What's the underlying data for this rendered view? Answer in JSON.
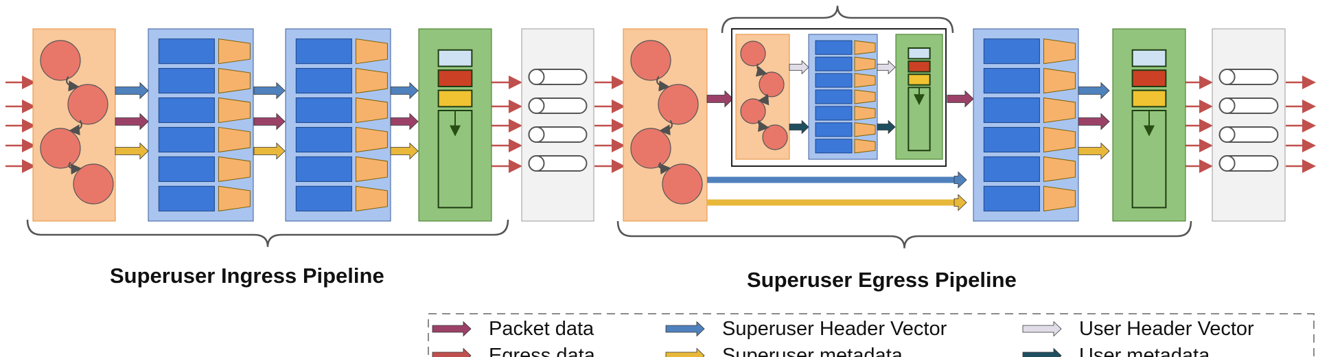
{
  "pipelines": {
    "ingress_title": "Superuser Ingress Pipeline",
    "egress_title": "Superuser Egress Pipeline"
  },
  "legend": {
    "items": [
      {
        "label": "Packet data",
        "color": "#9b4168",
        "icon": "arrow-icon"
      },
      {
        "label": "Superuser Header Vector",
        "color": "#4f81bd",
        "icon": "arrow-icon"
      },
      {
        "label": "User Header Vector",
        "color": "#e0dde8",
        "icon": "arrow-icon"
      },
      {
        "label": "Egress data",
        "color": "#c0504d",
        "icon": "arrow-icon"
      },
      {
        "label": "Superuser metadata",
        "color": "#e8b83a",
        "icon": "arrow-icon"
      },
      {
        "label": "User metadata",
        "color": "#1f4e5f",
        "icon": "arrow-icon"
      }
    ]
  },
  "colors": {
    "parser_fill": "#f9c89b",
    "match_fill": "#a9c4ef",
    "deparser_fill": "#93c47d",
    "queue_fill": "#f2f2f2",
    "node_fill": "#e8776a",
    "table_key": "#3c78d8",
    "table_action": "#f6b26b"
  }
}
